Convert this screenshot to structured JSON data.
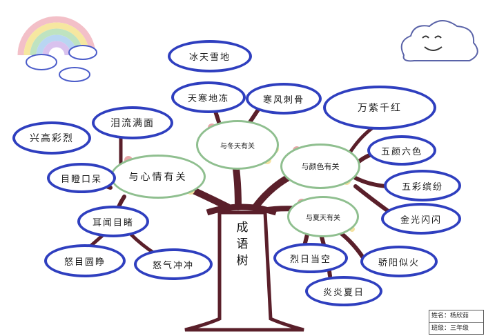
{
  "trunk": {
    "title": "成\n语\n树"
  },
  "hubs": {
    "heart": "与心情有关",
    "winter": "与冬天有关",
    "color": "与颜色有关",
    "summer": "与夏天有关"
  },
  "idioms": {
    "bing_tian": "冰天雪地",
    "tian_han": "天寒地冻",
    "han_feng": "寒风刺骨",
    "wan_zi": "万紫千红",
    "lei_liu": "泪流满面",
    "xing_gao": "兴高彩烈",
    "mu_deng": "目瞪口呆",
    "er_wen": "耳闻目睹",
    "nu_mu": "怒目圆睁",
    "nu_qi": "怒气冲冲",
    "wu_yan": "五颜六色",
    "wu_cai": "五彩缤纷",
    "jin_guang": "金光闪闪",
    "lie_ri": "烈日当空",
    "jiao_yang": "骄阳似火",
    "yan_yan": "炎炎夏日"
  },
  "info": {
    "name_line": "姓名：杨欣茹",
    "class_line": "班级：三年级"
  },
  "colors": {
    "branch": "#5a1f2a",
    "bubble_border": "#2f3fbf",
    "hub_border": "#8fbf8f",
    "flower": "#e7a6a8"
  }
}
